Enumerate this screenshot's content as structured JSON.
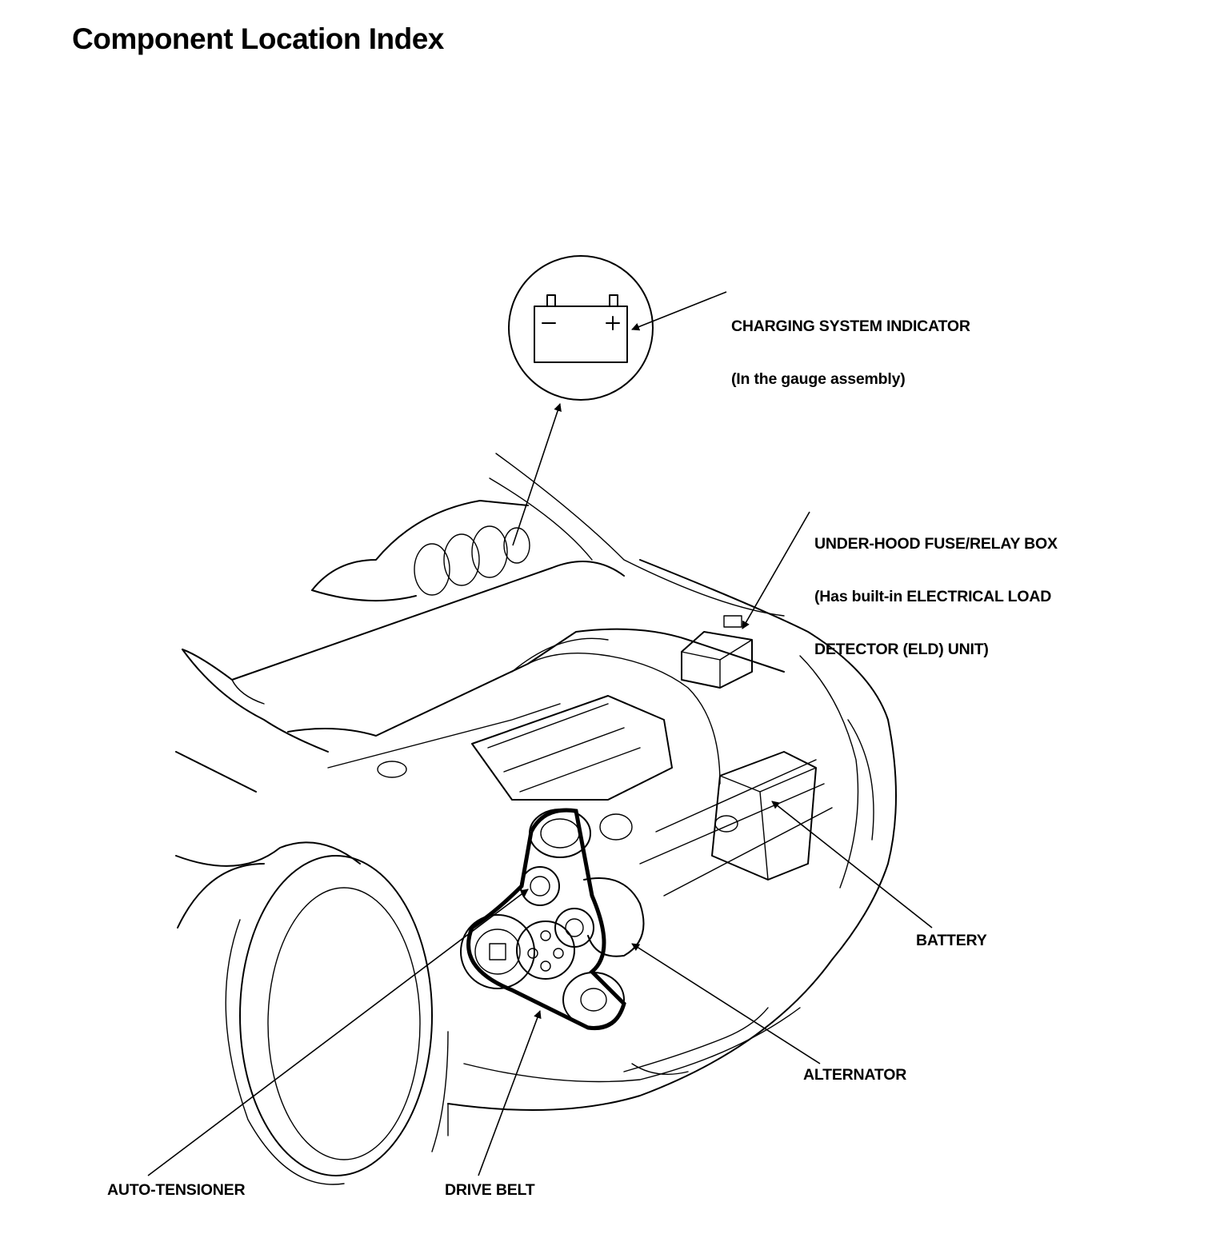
{
  "page": {
    "title": "Component Location Index"
  },
  "callouts": {
    "charging_indicator": {
      "line1": "CHARGING SYSTEM INDICATOR",
      "line2": "(In the gauge assembly)"
    },
    "fuse_relay_box": {
      "line1": "UNDER-HOOD FUSE/RELAY BOX",
      "line2": "(Has built-in ELECTRICAL LOAD",
      "line3": "DETECTOR (ELD) UNIT)"
    },
    "battery": "BATTERY",
    "alternator": "ALTERNATOR",
    "auto_tensioner": "AUTO-TENSIONER",
    "drive_belt": "DRIVE BELT"
  },
  "indicator_symbol": {
    "minus": "−",
    "plus": "+"
  }
}
